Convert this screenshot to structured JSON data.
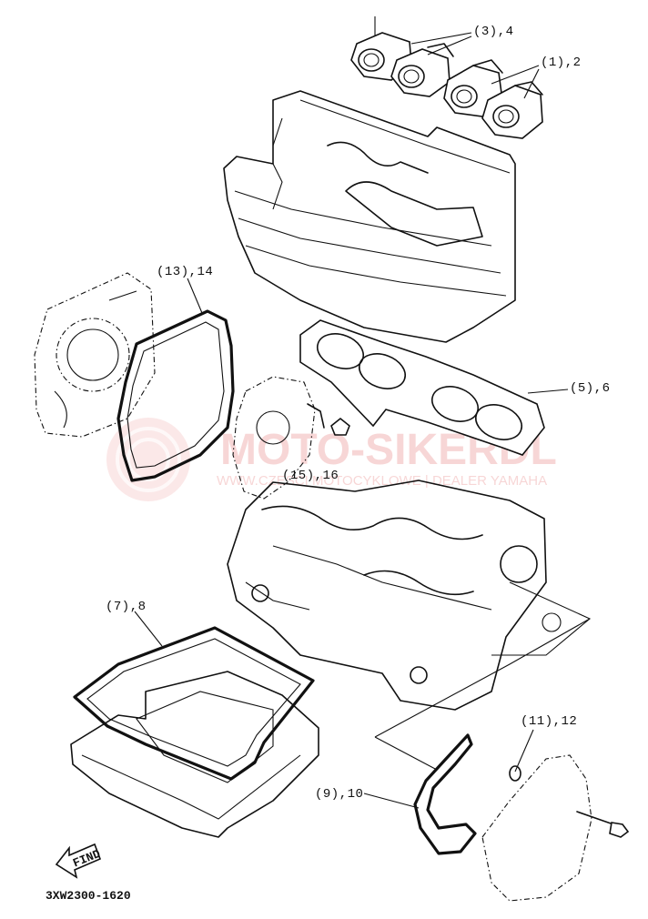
{
  "callouts": {
    "intake_joint_upper": "(3),4",
    "intake_joint_lower": "(1),2",
    "cover_gasket_left": "(13),14",
    "head_gasket": "(5),6",
    "small_gasket": "(15),16",
    "oil_pan_gasket": "(7),8",
    "bolt_gasket": "(11),12",
    "cover_gasket_right": "(9),10"
  },
  "watermark": {
    "main": "MOTO-SIKERDL",
    "sub": "WWW.CZESCI MOTOCYKLOWE | DEALER YAMAHA"
  },
  "find_label": "FIND",
  "diagram_code": "3XW2300-1620"
}
